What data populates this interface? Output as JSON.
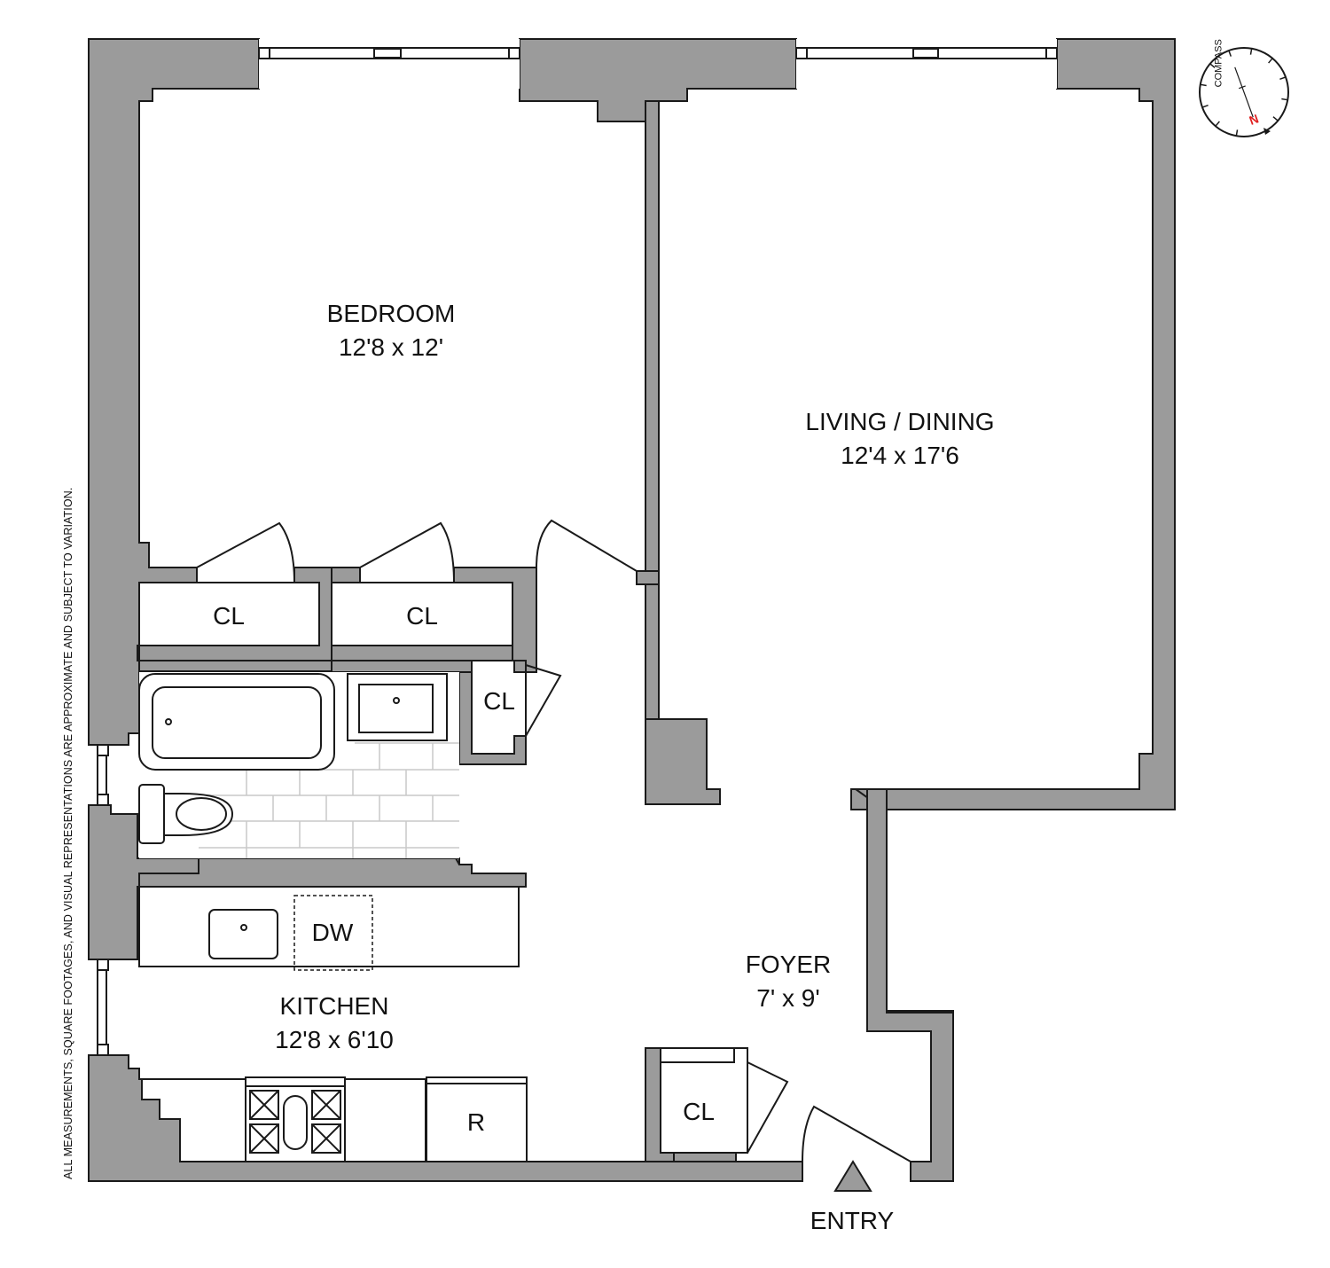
{
  "rooms": {
    "bedroom": {
      "name": "BEDROOM",
      "size": "12'8 x 12'"
    },
    "living": {
      "name": "LIVING / DINING",
      "size": "12'4 x 17'6"
    },
    "kitchen": {
      "name": "KITCHEN",
      "size": "12'8 x 6'10"
    },
    "foyer": {
      "name": "FOYER",
      "size": "7' x 9'"
    }
  },
  "closets": {
    "bedroom_left": "CL",
    "bedroom_right": "CL",
    "hall": "CL",
    "foyer": "CL"
  },
  "appliances": {
    "dishwasher": "DW",
    "refrigerator": "R"
  },
  "entry_label": "ENTRY",
  "compass": {
    "label": "COMPASS",
    "north": "N"
  },
  "disclaimer": "ALL MEASUREMENTS, SQUARE FOOTAGES, AND VISUAL REPRESENTATIONS ARE APPROXIMATE AND SUBJECT TO VARIATION.",
  "colors": {
    "wall": "#9b9b9b",
    "north": "#e02020"
  }
}
